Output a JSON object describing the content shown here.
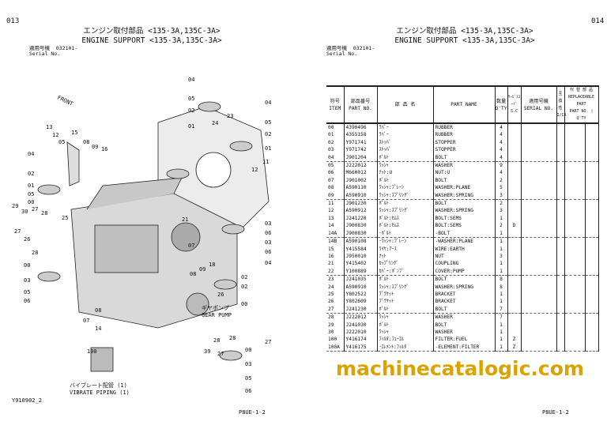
{
  "left_page": {
    "page_number": "013",
    "title_jp": "エンジン取付部品 <135-3A,135C-3A>",
    "title_en": "ENGINE SUPPORT <135-3A,135C-3A>",
    "serial_label_jp": "適用号機",
    "serial_value": "032101-",
    "serial_label_en": "Serial No.",
    "footer_code": "P8UE-1-2",
    "doc_id": "Y910902_2",
    "callouts": [
      "04",
      "05",
      "04",
      "02",
      "24",
      "23",
      "05",
      "01",
      "02",
      "01",
      "12",
      "11",
      "13",
      "12",
      "15",
      "05",
      "08",
      "09",
      "16",
      "04",
      "02",
      "01",
      "05",
      "00",
      "29",
      "30",
      "27",
      "28",
      "25",
      "03",
      "06",
      "21",
      "03",
      "06",
      "27",
      "26",
      "28",
      "04",
      "00",
      "08",
      "09",
      "18",
      "02",
      "03",
      "05",
      "06",
      "07",
      "08",
      "14",
      "26",
      "02",
      "00",
      "100",
      "28",
      "28",
      "27",
      "39",
      "27",
      "00",
      "03",
      "05",
      "06",
      "07"
    ],
    "front_label": "FRONT",
    "gear_pump_jp": "ギヤポンプ",
    "gear_pump_en": "GEAR PUMP",
    "vibrate_jp": "バイブレート配管 (1)",
    "vibrate_en": "VIBRATE PIPING (1)"
  },
  "right_page": {
    "page_number": "014",
    "title_jp": "エンジン取付部品 <135-3A,135C-3A>",
    "title_en": "ENGINE SUPPORT <135-3A,135C-3A>",
    "serial_label_jp": "適用号機",
    "serial_value": "032101-",
    "serial_label_en": "Serial No.",
    "footer_code": "P8UE-1-2"
  },
  "table": {
    "headers": {
      "item_jp": "符号",
      "item_en": "ITEM",
      "partno_jp": "部品番号",
      "partno_en": "PART NO.",
      "name_jp": "部 品 名",
      "name_en": "PART NAME",
      "qty_jp": "数量",
      "qty_en": "Q'TY",
      "sc_jp": "ｻｰﾋﾞｽｺｰﾄﾞ",
      "sc_en": "S.C",
      "serial_jp": "適用号機",
      "serial_en": "SERIAL NO.",
      "ic_jp": "互換性",
      "ic_en": "I/CA",
      "repl_jp": "代 替 部 品",
      "repl_en": "REPLACEABLE PART",
      "repl_partno": "PART NO.",
      "repl_qty": "Q'TY"
    },
    "rows": [
      [
        "00",
        "4390496",
        "ﾗﾊﾞｰ",
        "RUBBER",
        "4",
        ""
      ],
      [
        "01",
        "4355158",
        "ﾗﾊﾞｰ",
        "RUBBER",
        "4",
        ""
      ],
      [
        "02",
        "Y971741",
        "ｽﾄｯﾊﾟ",
        "STOPPER",
        "4",
        ""
      ],
      [
        "03",
        "Y971742",
        "ｽﾄｯﾊﾟ",
        "STOPPER",
        "4",
        ""
      ],
      [
        "04",
        "J901204",
        "ﾎﾞﾙﾄ",
        "BOLT",
        "4",
        ""
      ],
      [
        "05",
        "J222012",
        "ﾜｯｼｬ",
        "WASHER",
        "9",
        ""
      ],
      [
        "06",
        "M660012",
        "ﾅｯﾄ:U",
        "NUT:U",
        "4",
        ""
      ],
      [
        "07",
        "J901002",
        "ﾎﾞﾙﾄ",
        "BOLT",
        "2",
        ""
      ],
      [
        "08",
        "A590110",
        "ﾜｯｼｬ:ﾌﾟﾚｰﾝ",
        "WASHER:PLANE",
        "5",
        ""
      ],
      [
        "09",
        "A590910",
        "ﾜｯｼｬ:ｽﾌﾟﾘﾝｸﾞ",
        "WASHER:SPRING",
        "3",
        ""
      ],
      [
        "11",
        "J901230",
        "ﾎﾞﾙﾄ",
        "BOLT",
        "2",
        ""
      ],
      [
        "12",
        "A590912",
        "ﾜｯｼｬ:ｽﾌﾟﾘﾝｸﾞ",
        "WASHER:SPRING",
        "3",
        ""
      ],
      [
        "13",
        "J241220",
        "ﾎﾞﾙﾄ:ｾﾑｽ",
        "BOLT:SEMS",
        "1",
        ""
      ],
      [
        "14",
        "J900830",
        "ﾎﾞﾙﾄ:ｾﾑｽ",
        "BOLT:SEMS",
        "2",
        "D"
      ],
      [
        "14A",
        "J900830",
        "･ﾎﾞﾙﾄ",
        "-BOLT",
        "1",
        ""
      ],
      [
        "14B",
        "A590108",
        "･ﾜｯｼｬ:ﾌﾟﾚｰﾝ",
        "-WASHER:PLANE",
        "1",
        ""
      ],
      [
        "15",
        "Y415584",
        "ﾜｲﾔ:ｱｰｽ",
        "WIRE:EARTH",
        "1",
        ""
      ],
      [
        "16",
        "J950010",
        "ﾅｯﾄ",
        "NUT",
        "3",
        ""
      ],
      [
        "21",
        "Y415402",
        "ｶｯﾌﾟﾘﾝｸﾞ",
        "COUPLING",
        "1",
        ""
      ],
      [
        "22",
        "Y100889",
        "ｶﾊﾞｰ:ﾎﾟﾝﾌﾟ",
        "COVER:PUMP",
        "1",
        ""
      ],
      [
        "23",
        "J241035",
        "ﾎﾞﾙﾄ",
        "BOLT",
        "8",
        ""
      ],
      [
        "24",
        "A590910",
        "ﾜｯｼｬ:ｽﾌﾟﾘﾝｸﾞ",
        "WASHER:SPRING",
        "8",
        ""
      ],
      [
        "25",
        "Y802522",
        "ﾌﾞﾗｹｯﾄ",
        "BRACKET",
        "1",
        ""
      ],
      [
        "26",
        "Y802609",
        "ﾌﾞﾗｹｯﾄ",
        "BRACKET",
        "1",
        ""
      ],
      [
        "27",
        "J241230",
        "ﾎﾞﾙﾄ",
        "BOLT",
        "7",
        ""
      ],
      [
        "28",
        "J222012",
        "ﾜｯｼｬ",
        "WASHER",
        "7",
        ""
      ],
      [
        "29",
        "J241030",
        "ﾎﾞﾙﾄ",
        "BOLT",
        "1",
        ""
      ],
      [
        "30",
        "J222010",
        "ﾜｯｼｬ",
        "WASHER",
        "1",
        ""
      ],
      [
        "100",
        "Y416174",
        "ﾌｨﾙﾀ:ﾌｭｰｴﾙ",
        "FILTER:FUEL",
        "1",
        "Z"
      ],
      [
        "100A",
        "Y416175",
        "･ｴﾚﾒﾝﾄ:ﾌｨﾙﾀ",
        "-ELEMENT:FILTER",
        "1",
        "Z"
      ]
    ],
    "group_starts": [
      "05",
      "11",
      "14B",
      "23",
      "28"
    ]
  },
  "watermark": "machinecatalogic.com",
  "colors": {
    "watermark": "#d9a300",
    "ink": "#111111"
  }
}
